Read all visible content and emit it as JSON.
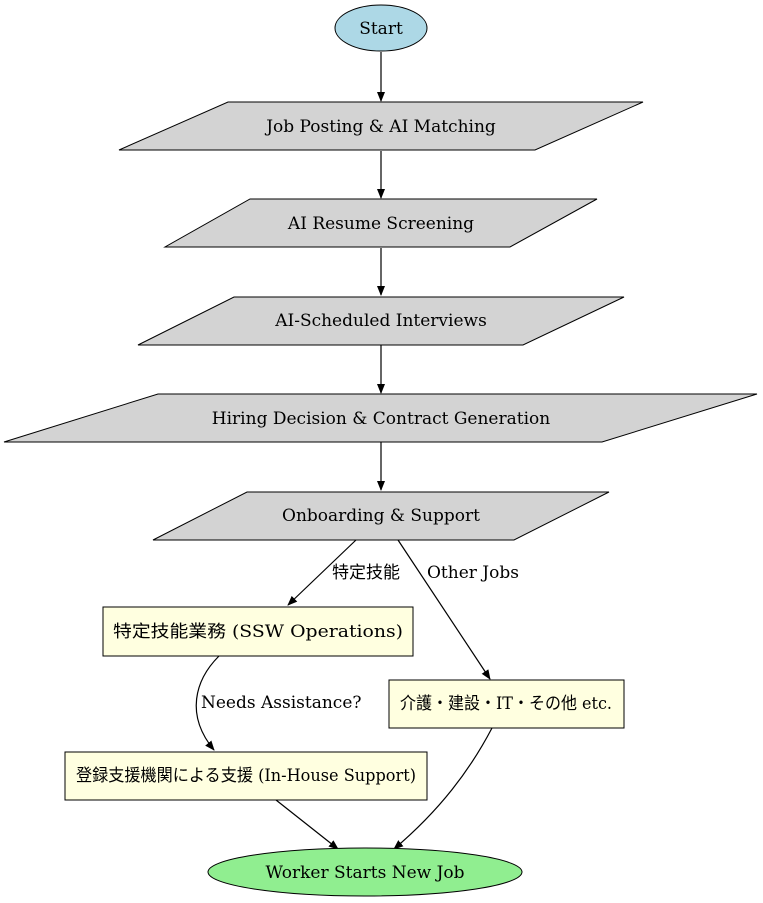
{
  "nodes": {
    "start": "Start",
    "job_posting": "Job Posting & AI Matching",
    "resume_screening": "AI Resume Screening",
    "interviews": "AI-Scheduled Interviews",
    "hiring": "Hiring Decision & Contract Generation",
    "onboarding": "Onboarding & Support",
    "ssw": "特定技能業務 (SSW Operations)",
    "other": "介護・建設・IT・その他 etc.",
    "inhouse": "登録支援機関による支援 (In-House Support)",
    "end": "Worker Starts New Job"
  },
  "edges": {
    "to_ssw": "特定技能",
    "to_other": "Other Jobs",
    "to_inhouse": "Needs Assistance?"
  },
  "colors": {
    "start_fill": "#add8e6",
    "process_fill": "#d3d3d3",
    "box_fill": "#ffffe0",
    "end_fill": "#90ee90"
  }
}
